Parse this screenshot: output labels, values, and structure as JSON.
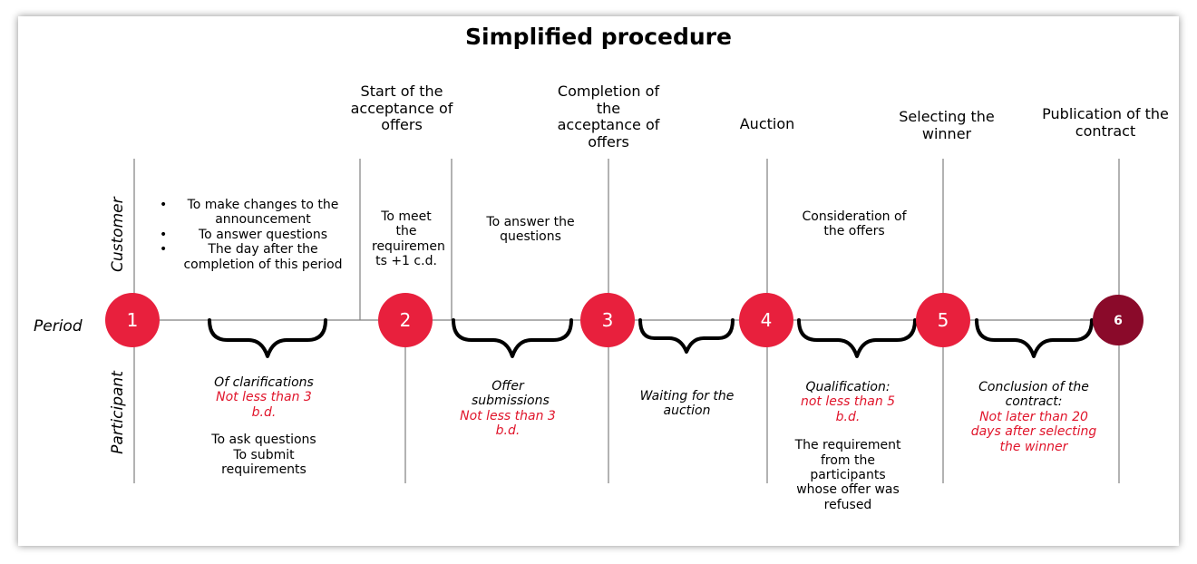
{
  "title": "Simplified procedure",
  "row_labels": {
    "customer": "Customer",
    "period": "Period",
    "participant": "Participant"
  },
  "colors": {
    "node": "#e8203d",
    "node_final": "#8a0a2a",
    "accent_text": "#e0152b"
  },
  "milestones": [
    {
      "label": "Start of the acceptance of offers"
    },
    {
      "label": "Completion of the acceptance of offers"
    },
    {
      "label": "Auction"
    },
    {
      "label": "Selecting the winner"
    },
    {
      "label": "Publication of the contract"
    }
  ],
  "nodes": [
    "1",
    "2",
    "3",
    "4",
    "5",
    "6"
  ],
  "customer": {
    "stage1": [
      "To make changes to the announcement",
      "To answer questions",
      "The day after the completion of this period"
    ],
    "stage2": "To meet the requiremen ts +1 c.d.",
    "stage3": "To answer the questions",
    "stage5": "Consideration of the offers"
  },
  "participant": {
    "stage1": {
      "name": "Of clarifications",
      "duration": "Not less than 3 b.d.",
      "actions": "To ask questions To submit requirements"
    },
    "stage2": {
      "name": "Offer submissions",
      "duration": "Not less than 3 b.d."
    },
    "stage3": {
      "name": "Waiting for the auction"
    },
    "stage4": {
      "name": "Qualification:",
      "duration": "not less than 5 b.d.",
      "actions": "The requirement from the participants whose offer was refused"
    },
    "stage5": {
      "name": "Conclusion of the contract:",
      "duration": "Not later than 20 days after selecting the winner"
    }
  }
}
